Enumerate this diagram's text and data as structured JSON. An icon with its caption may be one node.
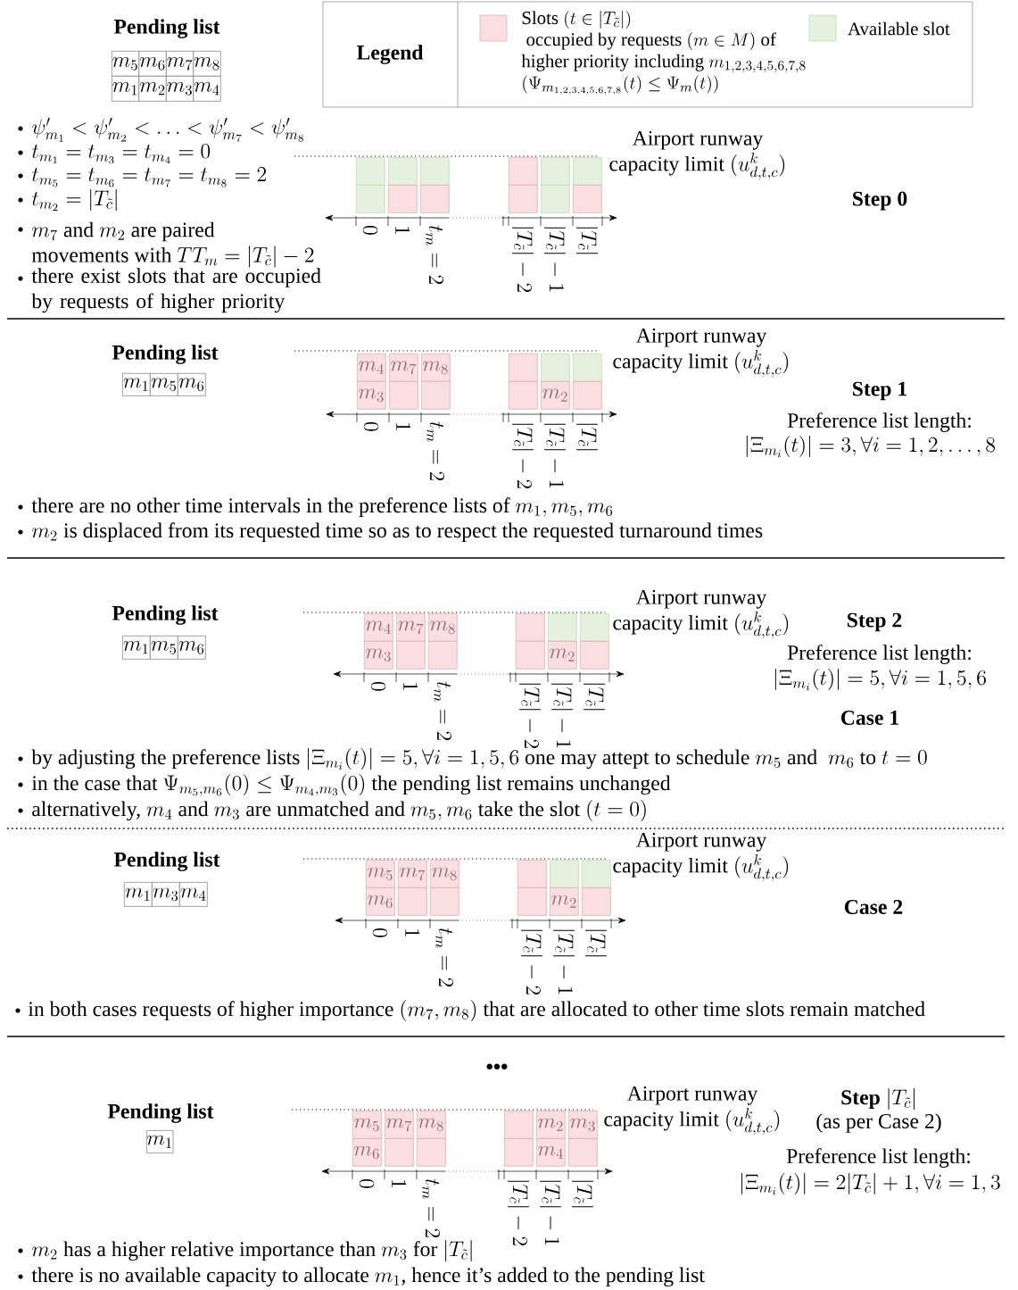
{
  "diagram": {
    "nodes": [
      {
        "text": [
          "m_5"
        ]
      },
      {
        "text": [
          "m_6"
        ]
      },
      {
        "text": [
          "m_7"
        ]
      },
      {
        "text": [
          "m_8"
        ]
      },
      {
        "text": [
          "m_1"
        ]
      },
      {
        "text": [
          "m_2"
        ]
      },
      {
        "text": [
          "m_3"
        ]
      },
      {
        "text": [
          "m_4"
        ]
      },
      {
        "text": [],
        "shape": "box"
      },
      {
        "text": [],
        "shape": "box"
      },
      {
        "text": [],
        "shape": "box"
      },
      {
        "text": [],
        "shape": "box"
      },
      {
        "text": [],
        "shape": "box"
      },
      {
        "text": [],
        "shape": "box"
      },
      {
        "text": [],
        "shape": "box"
      },
      {
        "text": [],
        "shape": "box"
      },
      {
        "text": [],
        "shape": "box"
      },
      {
        "text": [],
        "shape": "box"
      },
      {
        "text": [],
        "shape": "box"
      },
      {
        "text": [],
        "shape": "box"
      },
      {
        "text": [
          "m_1"
        ]
      },
      {
        "text": [
          "m_5"
        ]
      },
      {
        "text": [
          "m_6"
        ]
      },
      {
        "text": [
          "m_4"
        ]
      },
      {
        "text": [
          "m_7"
        ]
      },
      {
        "text": [
          "m_8"
        ]
      },
      {
        "text": [],
        "shape": "box"
      },
      {
        "text": [],
        "shape": "box"
      },
      {
        "text": [],
        "shape": "box"
      },
      {
        "text": [
          "m_3"
        ]
      },
      {
        "text": [],
        "shape": "box"
      },
      {
        "text": [],
        "shape": "box"
      },
      {
        "text": [],
        "shape": "box"
      },
      {
        "text": [
          "m_2"
        ]
      },
      {
        "text": [],
        "shape": "box"
      },
      {
        "text": [
          "m_1"
        ]
      },
      {
        "text": [
          "m_5"
        ]
      },
      {
        "text": [
          "m_6"
        ]
      },
      {
        "text": [
          "m_4"
        ]
      },
      {
        "text": [
          "m_7"
        ]
      },
      {
        "text": [
          "m_8"
        ]
      },
      {
        "text": [],
        "shape": "box"
      },
      {
        "text": [],
        "shape": "box"
      },
      {
        "text": [],
        "shape": "box"
      },
      {
        "text": [
          "m_3"
        ]
      },
      {
        "text": [],
        "shape": "box"
      },
      {
        "text": [],
        "shape": "box"
      },
      {
        "text": [],
        "shape": "box"
      },
      {
        "text": [
          "m_2"
        ]
      },
      {
        "text": [],
        "shape": "box"
      },
      {
        "text": [
          "m_1"
        ]
      },
      {
        "text": [
          "m_3"
        ]
      },
      {
        "text": [
          "m_4"
        ]
      },
      {
        "text": [
          "m_5"
        ]
      },
      {
        "text": [
          "m_7"
        ]
      },
      {
        "text": [
          "m_8"
        ]
      },
      {
        "text": [],
        "shape": "box"
      },
      {
        "text": [],
        "shape": "box"
      },
      {
        "text": [],
        "shape": "box"
      },
      {
        "text": [
          "m_6"
        ]
      },
      {
        "text": [],
        "shape": "box"
      },
      {
        "text": [],
        "shape": "box"
      },
      {
        "text": [],
        "shape": "box"
      },
      {
        "text": [
          "m_2"
        ]
      },
      {
        "text": [],
        "shape": "box"
      },
      {
        "text": [
          "m_1"
        ]
      },
      {
        "text": [
          "m_5"
        ]
      },
      {
        "text": [
          "m_7"
        ]
      },
      {
        "text": [
          "m_8"
        ]
      },
      {
        "text": [],
        "shape": "box"
      },
      {
        "text": [
          "m_2"
        ]
      },
      {
        "text": [
          "m_3"
        ]
      },
      {
        "text": [
          "m_6"
        ]
      },
      {
        "text": [],
        "shape": "box"
      },
      {
        "text": [],
        "shape": "box"
      },
      {
        "text": [],
        "shape": "box"
      },
      {
        "text": [
          "m_4"
        ]
      },
      {
        "text": [],
        "shape": "box"
      }
    ],
    "labels": [
      "Pending list",
      "Legend",
      "\\psi'_{m_1} < \\psi'_{m_2} < \\ldots < \\psi'_{m_7} < \\psi'_{m_8}",
      "t_{m_1} = t_{m_3} = t_{m_4} = 0",
      "t_{m_5} = t_{m_6} = t_{m_7} = t_{m_8} = 2",
      "t_{m_2} = |T_{\\tilde{c}}|",
      "\\begin{array}{l}m_7\\text{ and }m_2\\text{ are paired}\\\\ \\text{movements with }TT_m = |T_{\\tilde{c}}| - 2\\end{array}",
      "there exist slots that are occupied by requests of higher priority",
      "\\begin{array}{c}\\text{Airport runway}\\\\ \\text{capacity limit }(u^k_{d,t,c})\\end{array}",
      "Step 0",
      "0",
      "1",
      "t_m = 2",
      "|T_{\\tilde{c}}| - 2",
      "|T_{\\tilde{c}}| - 1",
      "|T_{\\tilde{c}}|",
      "Pending list",
      "\\begin{array}{c}\\text{Airport runway}\\\\ \\text{capacity limit }(u^k_{d,t,c})\\end{array}",
      "Step 1",
      "Preference list length:",
      "|\\Xi_{m_i}(t)| = 3, \\forall i = 1, 2, \\ldots, 8",
      "0",
      "1",
      "t_m = 2",
      "|T_{\\tilde{c}}| - 2",
      "|T_{\\tilde{c}}| - 1",
      "|T_{\\tilde{c}}|",
      "\\text{there are no other time intervals in the preference lists of }m_1, m_5, m_6",
      "m_2\\text{ is displaced from its requested time so as to respect the requested turnaround times}",
      "Pending list",
      "\\begin{array}{c}\\text{Airport runway}\\\\ \\text{capacity limit }(u^k_{d,t,c})\\end{array}",
      "Step 2",
      "Preference list length:",
      "|\\Xi_{m_i}(t)| = 5, \\forall i = 1, 5, 6",
      "Case 1",
      "0",
      "1",
      "t_m = 2",
      "|T_{\\tilde{c}}| - 2",
      "|T_{\\tilde{c}}| - 1",
      "|T_{\\tilde{c}}|",
      "\\text{by adjusting the preference lists }|\\Xi_{m_i}(t)| = 5, \\forall i = 1, 5, 6\\text{ one may attept to schedule }m_5\\text{ and }\\ m_6\\text{ to }t = 0",
      "\\text{in the case that }\\Psi_{m_5,m_6}(0) \\leq \\Psi_{m_4,m_3}(0)\\text{ the pending list remains unchanged}",
      "\\text{alternatively, }m_4\\text{ and }m_3\\text{ are unmatched and }m_5, m_6\\text{ take the slot }(t = 0)",
      "Pending list",
      "\\begin{array}{c}\\text{Airport runway}\\\\ \\text{capacity limit }(u^k_{d,t,c})\\end{array}",
      "Case 2",
      "0",
      "1",
      "t_m = 2",
      "|T_{\\tilde{c}}| - 2",
      "|T_{\\tilde{c}}| - 1",
      "|T_{\\tilde{c}}|",
      "\\text{in both cases requests of higher importance }(m_7, m_8)\\text{ that are allocated to other time slots remain matched}",
      "•••",
      "Pending list",
      "\\begin{array}{c}\\text{Airport runway}\\\\ \\text{capacity limit }(u^k_{d,t,c})\\end{array}",
      "\\text{Step }|T_{\\tilde{c}}|",
      "(as per Case 2)",
      "Preference list length:",
      "|\\Xi_{m_i}(t)| = 2|T_{\\tilde{c}}| + 1, \\forall i = 1, 3",
      "0",
      "1",
      "t_m = 2",
      "|T_{\\tilde{c}}| - 2",
      "|T_{\\tilde{c}}| - 1",
      "|T_{\\tilde{c}}|",
      "m_2\\text{ has a higher relative importance than }m_3\\text{ for }|T_{\\tilde{c}}|",
      "\\text{there is no available capacity to allocate }m_1\\text{, hence it's added to the pending list}"
    ],
    "legend": [
      {
        "text": "\\begin{array}{l}\\text{Slots }(t \\in |T_{\\tilde{c}}|)\\\\ \\text{ occupied by requests }(m \\in M)\\text{ of}\\\\ \\text{higher priority including }m_{1,2,3,4,5,6,7,8}\\\\ (\\Psi_{m_{1,2,3,4,5,6,7,8}}(t) \\leq \\Psi_m(t))\\end{array}",
        "color": "#f9dfe1"
      },
      {
        "text": "Available slot",
        "color": "#e5f1df"
      }
    ]
  }
}
